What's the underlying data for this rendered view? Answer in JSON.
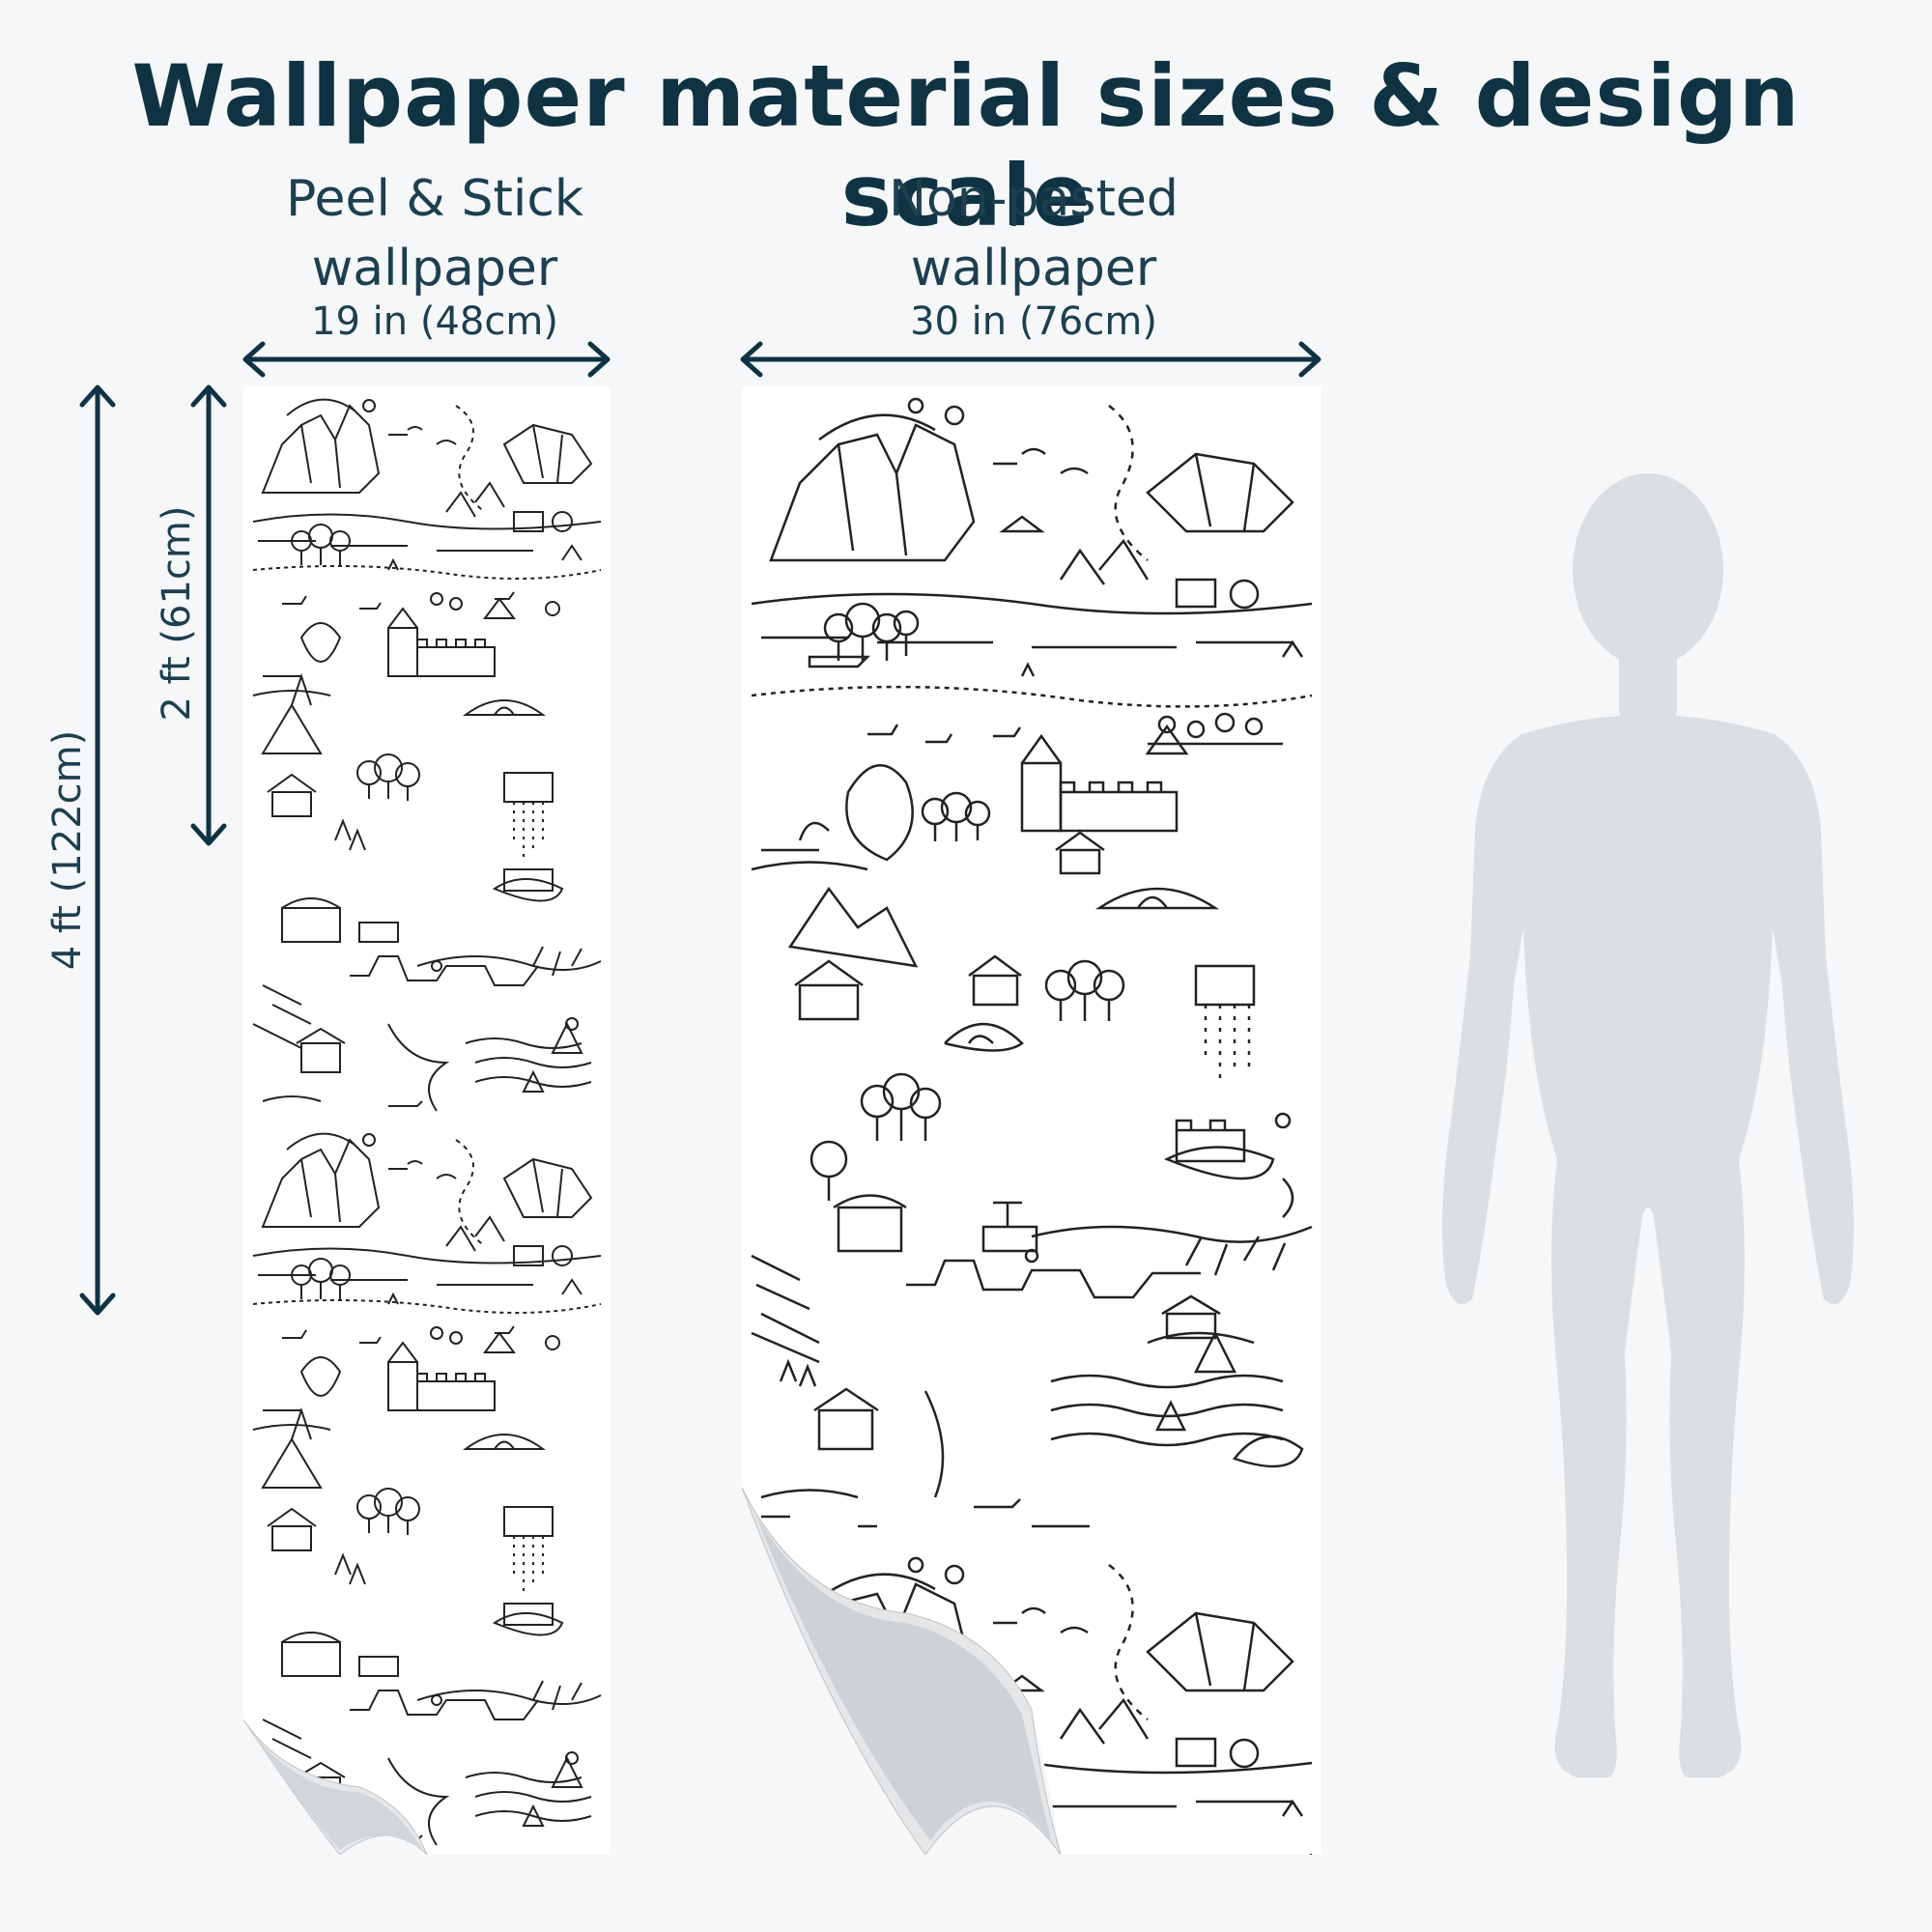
{
  "title": "Wallpaper material sizes & design scale",
  "peel_stick": {
    "heading_line1": "Peel & Stick",
    "heading_line2": "wallpaper",
    "width_label": "19 in (48cm)"
  },
  "non_pasted": {
    "heading_line1": "Non-pasted",
    "heading_line2": "wallpaper",
    "width_label": "30 in (76cm)"
  },
  "height_labels": {
    "four_ft": "4 ft (122cm)",
    "two_ft": "2 ft (61cm)"
  },
  "colors": {
    "text": "#0f3342",
    "arrow": "#0f3342",
    "background": "#f5f7f9",
    "silhouette": "#dcdfe2"
  },
  "icons": {
    "human": "human-silhouette",
    "pattern": "line-art-landscape-pattern"
  }
}
